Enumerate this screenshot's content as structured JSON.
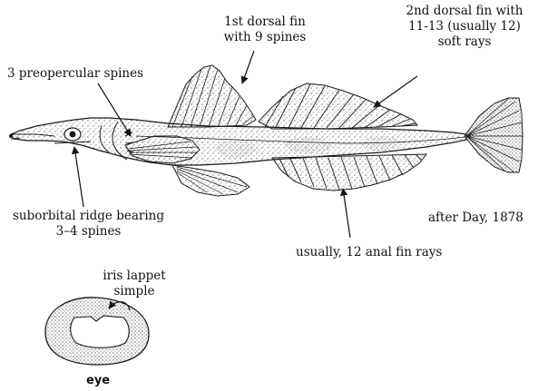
{
  "labels": {
    "dorsal1": [
      "1st dorsal fin",
      "with 9 spines"
    ],
    "dorsal2": [
      "2nd dorsal fin with",
      "11-13 (usually 12)",
      "soft rays"
    ],
    "preopercular": "3 preopercular spines",
    "suborbital": [
      "suborbital ridge bearing",
      "3–4 spines"
    ],
    "credit": "after Day, 1878",
    "anal": "usually, 12 anal fin rays",
    "iris": [
      "iris lappet",
      "simple"
    ],
    "eye": "eye"
  },
  "colors": {
    "ink": "#1a1a1a",
    "fill": "#ffffff"
  }
}
